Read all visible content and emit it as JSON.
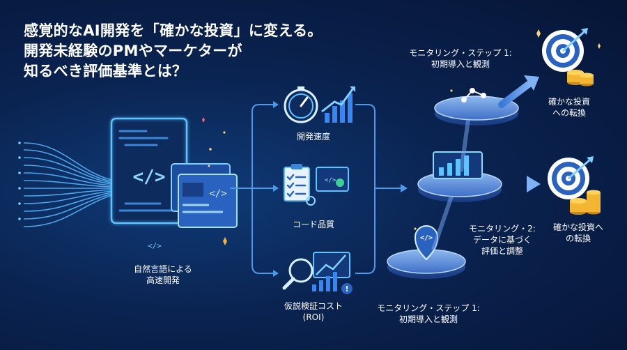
{
  "title": {
    "line1": "感覚的なAI開発を「確かな投資」に変える。",
    "line2": "開発未経験のPMやマーケターが",
    "line3": "知るべき評価基準とは？"
  },
  "source": {
    "line1": "自然言語による",
    "line2": "高速開発"
  },
  "metrics": [
    {
      "line1": "開発速度",
      "line2": ""
    },
    {
      "line1": "コード品質",
      "line2": ""
    },
    {
      "line1": "仮説検証コスト",
      "line2": "(ROI)"
    }
  ],
  "monitoring_top": {
    "line1": "モニタリング・ステップ 1:",
    "line2": "初期導入と観測"
  },
  "monitoring_mid": {
    "line1": "モニタリング・2:",
    "line2": "データに基づく",
    "line3": "評価と調整"
  },
  "monitoring_bottom": {
    "line1": "モニタリング・ステップ 1:",
    "line2": "初期導入と観測"
  },
  "outcome_top": {
    "line1": "確かな投資",
    "line2": "への転換"
  },
  "outcome_mid": {
    "line1": "確かな投資へ",
    "line2": "の転換"
  },
  "colors": {
    "accent": "#3aa0ff",
    "glow": "#6ec8ff",
    "gold": "#f2b632",
    "disc": "#6f9ee6",
    "background": "#0a2350"
  },
  "icons": [
    "stopwatch-icon",
    "checklist-icon",
    "magnifier-chart-icon",
    "code-window-icon",
    "target-icon",
    "coins-icon",
    "bar-chart-icon"
  ]
}
